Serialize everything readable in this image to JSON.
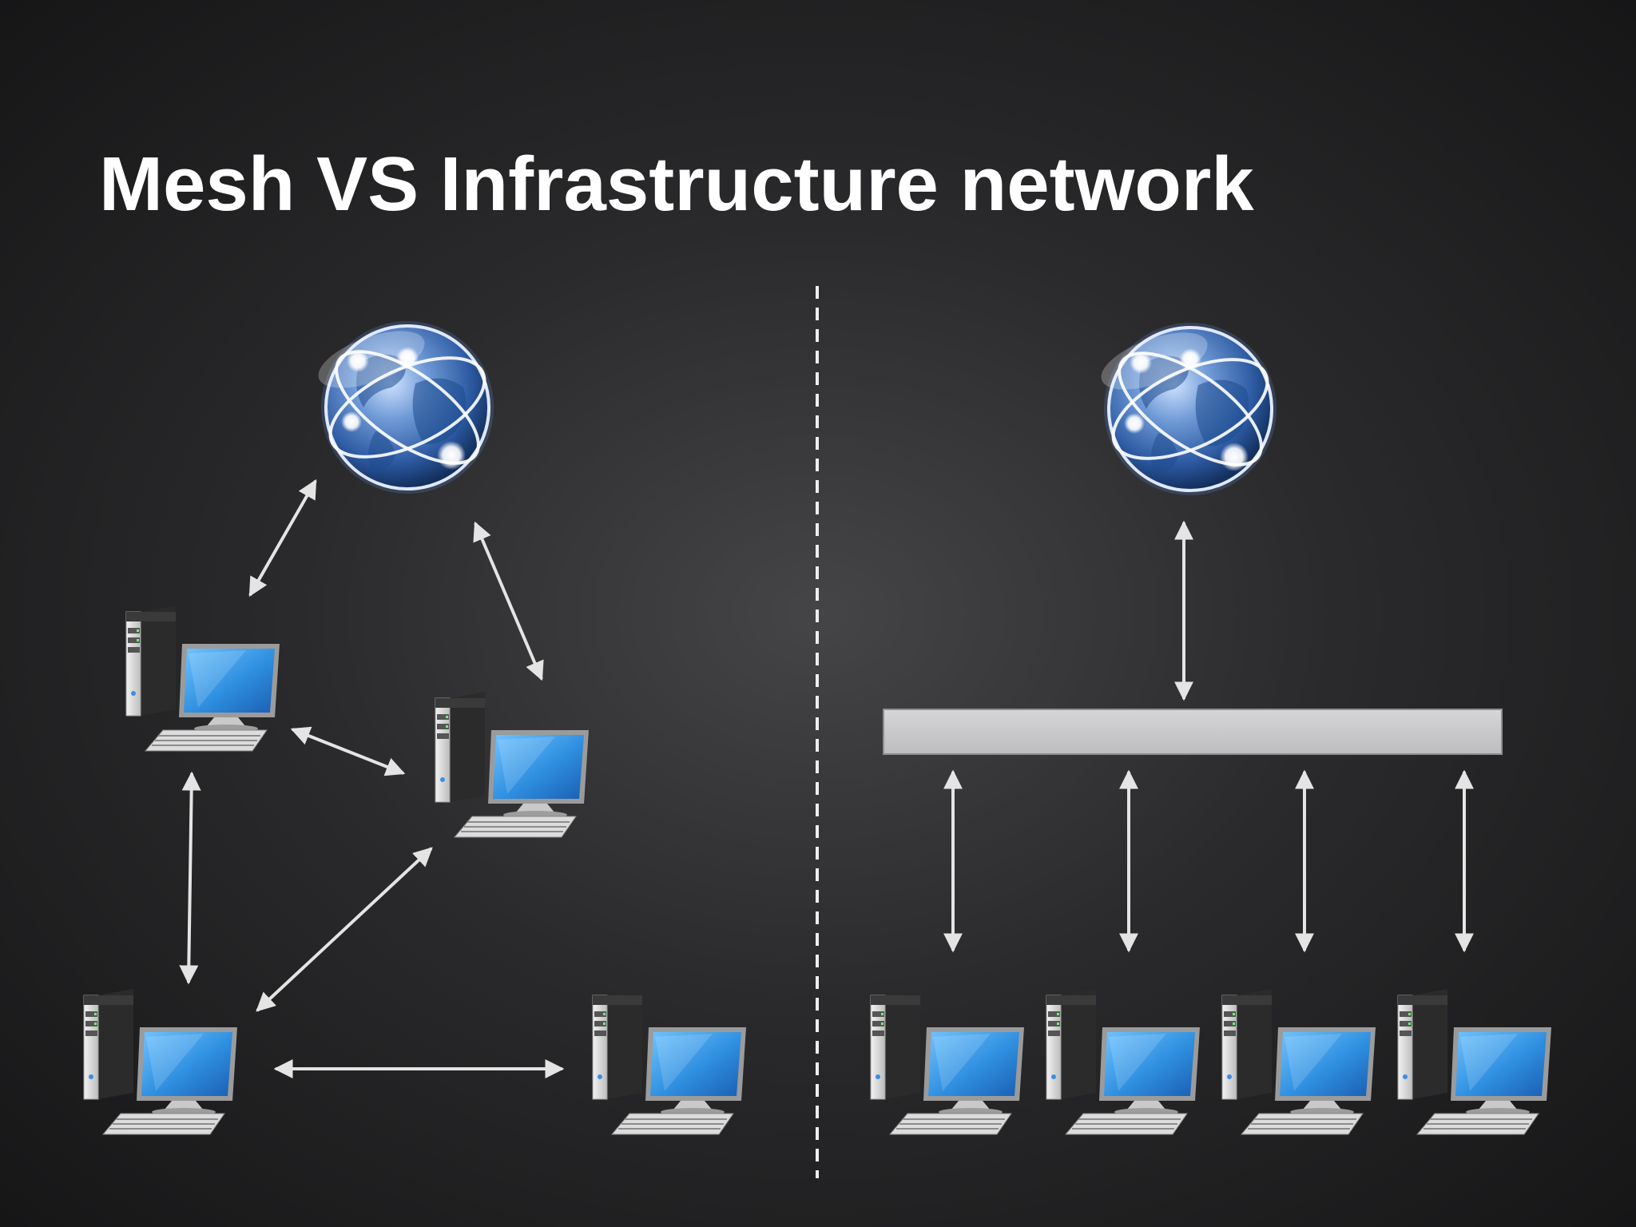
{
  "slide": {
    "title": "Mesh VS Infrastructure network"
  },
  "colors": {
    "background": "#2a2a2c",
    "title_text": "#ffffff",
    "arrow": "#e4e4e4",
    "divider": "#eeeeee",
    "access_point_bar": "#c9c8cb",
    "monitor_screen": "#2f8fe0",
    "globe": "#3d6fb6"
  },
  "diagram": {
    "left_panel": {
      "topology": "mesh",
      "nodes": [
        "globe-icon",
        "computer-icon",
        "computer-icon",
        "computer-icon",
        "computer-icon"
      ]
    },
    "right_panel": {
      "topology": "infrastructure",
      "nodes": [
        "globe-icon",
        "access-point-bar",
        "computer-icon",
        "computer-icon",
        "computer-icon",
        "computer-icon"
      ]
    },
    "icons": [
      "globe-icon",
      "computer-icon",
      "access-point-bar",
      "divider-line"
    ]
  }
}
